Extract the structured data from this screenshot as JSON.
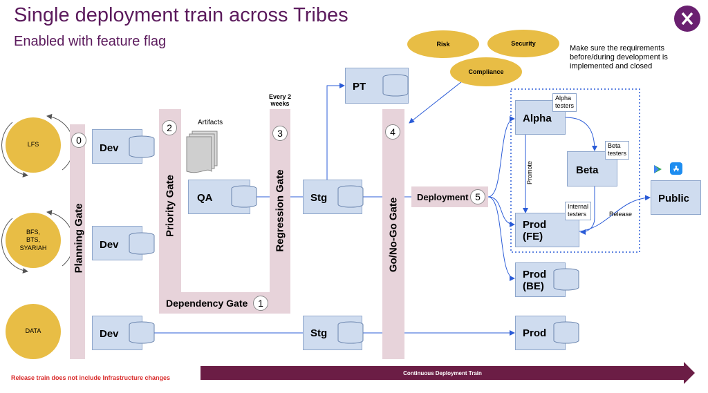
{
  "header": {
    "title": "Single deployment train across Tribes",
    "subtitle": "Enabled with feature flag"
  },
  "compliance": {
    "risk": "Risk",
    "security": "Security",
    "compliance": "Compliance",
    "note": "Make sure the requirements before/during development is implemented and closed"
  },
  "tribes": {
    "lfs": "LFS",
    "bfs": "BFS,\nBTS,\nSYARIAH",
    "data": "DATA"
  },
  "gates": {
    "planning": "Planning Gate",
    "priority": "Priority Gate",
    "regression": "Regression Gate",
    "dependency": "Dependency Gate",
    "gonogo": "Go/No-Go Gate",
    "deployment": "Deployment"
  },
  "numbers": {
    "n0": "0",
    "n1": "1",
    "n2": "2",
    "n3": "3",
    "n4": "4",
    "n5": "5"
  },
  "labels": {
    "artifacts": "Artifacts",
    "every2weeks": "Every 2\nweeks",
    "promote": "Promote",
    "release": "Release",
    "alpha_testers": "Alpha\ntesters",
    "beta_testers": "Beta\ntesters",
    "internal_testers": "Internal\ntesters"
  },
  "boxes": {
    "dev1": "Dev",
    "dev2": "Dev",
    "dev3": "Dev",
    "qa": "QA",
    "stg1": "Stg",
    "stg2": "Stg",
    "pt": "PT",
    "alpha": "Alpha",
    "beta": "Beta",
    "prod_fe": "Prod\n(FE)",
    "prod_be": "Prod\n(BE)",
    "prod": "Prod",
    "public": "Public"
  },
  "footer": {
    "warning": "Release train does not include Infrastructure changes",
    "train": "Continuous Deployment Train"
  },
  "colors": {
    "title": "#5b1a5c",
    "gold": "#e8bd45",
    "box": "#cfdcef",
    "gate": "#e7d3da",
    "arrow": "#2a5bd7",
    "train": "#6b1d45"
  }
}
